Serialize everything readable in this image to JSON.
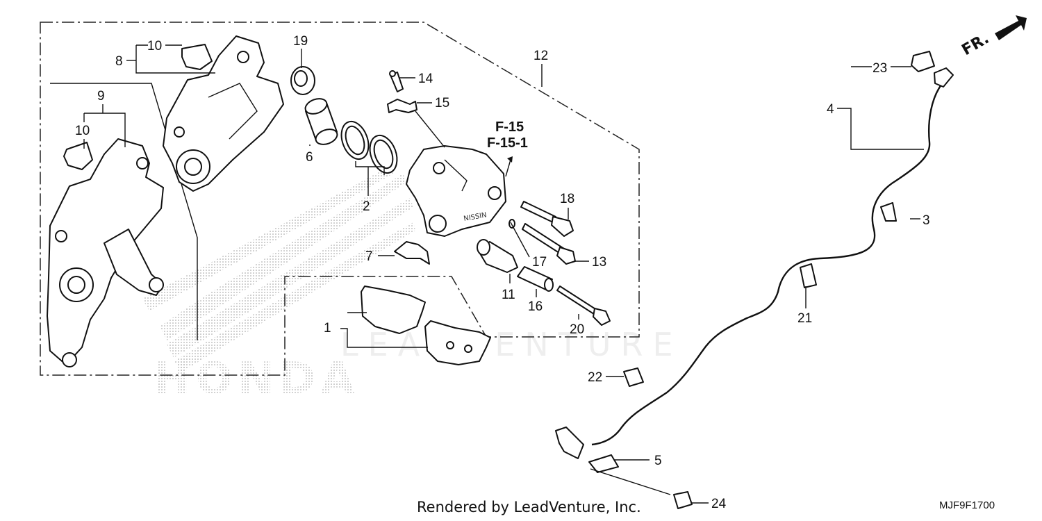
{
  "diagram": {
    "callouts": {
      "c1": "1",
      "c2": "2",
      "c3": "3",
      "c4": "4",
      "c5": "5",
      "c6": "6",
      "c7": "7",
      "c8": "8",
      "c9": "9",
      "c10a": "10",
      "c10b": "10",
      "c11": "11",
      "c12": "12",
      "c13": "13",
      "c14": "14",
      "c15": "15",
      "c16": "16",
      "c17": "17",
      "c18": "18",
      "c19": "19",
      "c20": "20",
      "c21": "21",
      "c22": "22",
      "c23": "23",
      "c24": "24"
    },
    "reference_1": "F-15",
    "reference_2": "F-15-1",
    "front_marker": "FR.",
    "watermark": "LEADVENTURE",
    "logo_text": "HONDA"
  },
  "footer": {
    "credit": "Rendered by LeadVenture, Inc.",
    "diagram_code": "MJF9F1700"
  }
}
